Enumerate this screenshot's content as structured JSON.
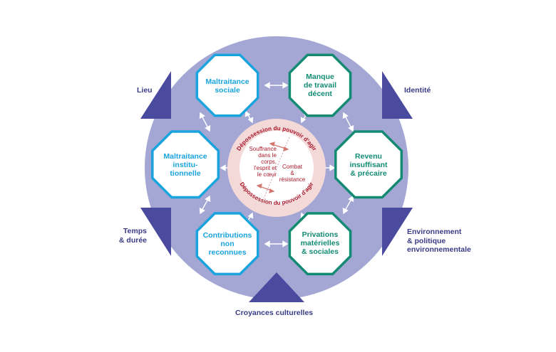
{
  "colors": {
    "outer_disc": "#a4a7d4",
    "triangle": "#4a4a9e",
    "blue_stroke": "#1aa3dd",
    "green_stroke": "#138b73",
    "inner_ring": "#f4d9d9",
    "inner_text": "#a8182b",
    "context_text": "#3b3b86",
    "arrow": "#ffffff",
    "inner_arrow": "#d4776f"
  },
  "context": {
    "lieu": "Lieu",
    "identite": "Identité",
    "temps": "Temps\n& durée",
    "environnement": "Environnement\n& politique\nenvironnementale",
    "croyances": "Croyances culturelles"
  },
  "dimensions": {
    "maltraitance_sociale": "Maltraitance\nsociale",
    "maltraitance_institutionnelle": "Maltraitance\ninstitu-\ntionnelle",
    "contributions": "Contributions\nnon\nreconnues",
    "manque_travail": "Manque\nde travail\ndécent",
    "revenu": "Revenu\ninsuffisant\n& précaire",
    "privations": "Privations\nmatérielles\n& sociales"
  },
  "core": {
    "ring_text_top": "Dépossession du pouvoir d'agir",
    "ring_text_bottom": "Dépossession du pouvoir d'agir",
    "souffrance": "Souffrance\ndans le\ncorps,\nl'esprit et\nle cœur",
    "combat": "Combat\n&\nrésistance"
  },
  "icons": {
    "double_arrow": "double-arrow-icon",
    "context_marker": "triangle-icon"
  }
}
